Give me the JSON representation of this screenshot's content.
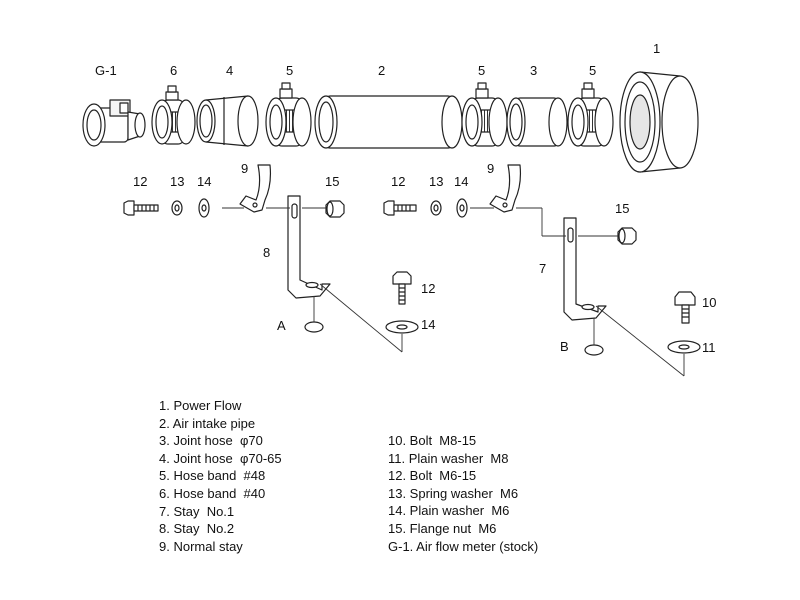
{
  "callouts": {
    "g1": "G-1",
    "n6": "6",
    "n4": "4",
    "n5a": "5",
    "n2": "2",
    "n5b": "5",
    "n3": "3",
    "n5c": "5",
    "n1": "1",
    "n12a": "12",
    "n13a": "13",
    "n14a": "14",
    "n9a": "9",
    "n15a": "15",
    "n12b": "12",
    "n13b": "13",
    "n14b": "14",
    "n9b": "9",
    "n15b": "15",
    "n8": "8",
    "n7": "7",
    "n12c": "12",
    "n14c": "14",
    "n10": "10",
    "n11": "11",
    "a": "A",
    "b": "B"
  },
  "legend": {
    "left": [
      "1. Power Flow",
      "2. Air intake pipe",
      "3. Joint hose  φ70",
      "4. Joint hose  φ70-65",
      "5. Hose band  #48",
      "6. Hose band  #40",
      "7. Stay  No.1",
      "8. Stay  No.2",
      "9. Normal stay"
    ],
    "right": [
      "10. Bolt  M8-15",
      "11. Plain washer  M8",
      "12. Bolt  M6-15",
      "13. Spring washer  M6",
      "14. Plain washer  M6",
      "15. Flange nut  M6",
      "G-1. Air flow meter (stock)"
    ]
  }
}
